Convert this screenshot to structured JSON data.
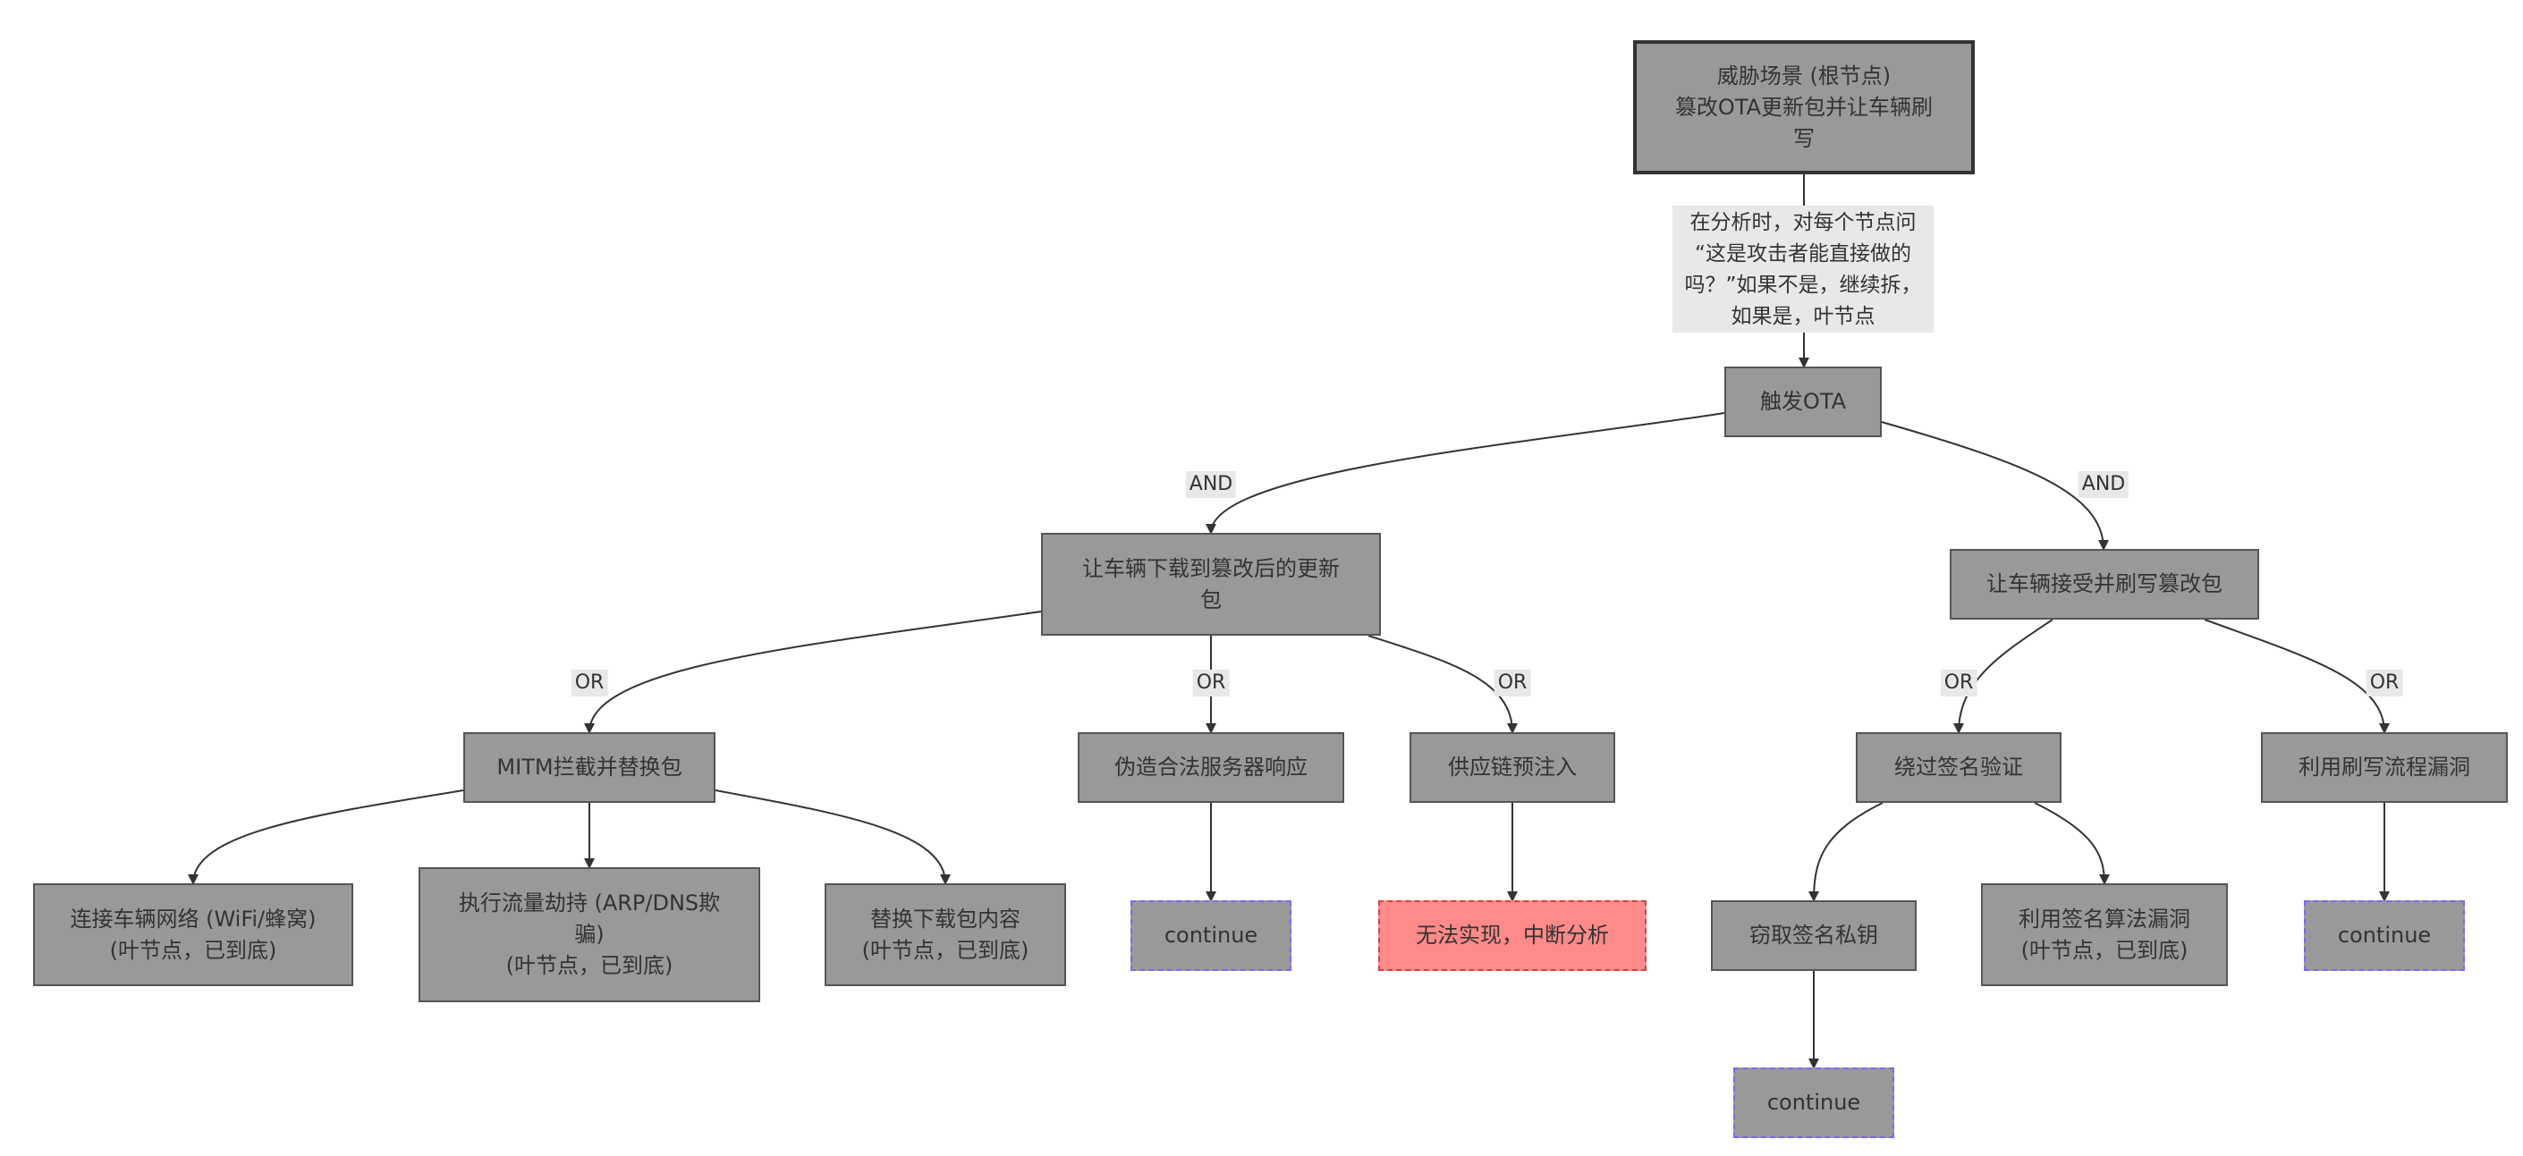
{
  "diagram": {
    "nodes": {
      "root": {
        "lines": [
          "威胁场景 (根节点)",
          "篡改OTA更新包并让车辆刷",
          "写"
        ]
      },
      "note": {
        "lines": [
          "在分析时，对每个节点问",
          "“这是攻击者能直接做的",
          "吗？”如果不是，继续拆，",
          "如果是，叶节点"
        ]
      },
      "trigger": {
        "lines": [
          "触发OTA"
        ]
      },
      "download": {
        "lines": [
          "让车辆下载到篡改后的更新",
          "包"
        ]
      },
      "accept": {
        "lines": [
          "让车辆接受并刷写篡改包"
        ]
      },
      "mitm": {
        "lines": [
          "MITM拦截并替换包"
        ]
      },
      "forge": {
        "lines": [
          "伪造合法服务器响应"
        ]
      },
      "supply": {
        "lines": [
          "供应链预注入"
        ]
      },
      "bypass": {
        "lines": [
          "绕过签名验证"
        ]
      },
      "flashvuln": {
        "lines": [
          "利用刷写流程漏洞"
        ]
      },
      "connect": {
        "lines": [
          "连接车辆网络 (WiFi/蜂窝)",
          "(叶节点，已到底)"
        ]
      },
      "hijack": {
        "lines": [
          "执行流量劫持 (ARP/DNS欺",
          "骗)",
          "(叶节点，已到底)"
        ]
      },
      "replace": {
        "lines": [
          "替换下载包内容",
          "(叶节点，已到底)"
        ]
      },
      "cont1": {
        "lines": [
          "continue"
        ]
      },
      "stop": {
        "lines": [
          "无法实现，中断分析"
        ]
      },
      "steal": {
        "lines": [
          "窃取签名私钥"
        ]
      },
      "algo": {
        "lines": [
          "利用签名算法漏洞",
          "(叶节点，已到底)"
        ]
      },
      "cont2": {
        "lines": [
          "continue"
        ]
      },
      "cont3": {
        "lines": [
          "continue"
        ]
      }
    },
    "edge_labels": {
      "and_left": "AND",
      "and_right": "AND",
      "or_mitm": "OR",
      "or_forge": "OR",
      "or_supply": "OR",
      "or_bypass": "OR",
      "or_flashvuln": "OR"
    },
    "colors": {
      "node_fill": "#999999",
      "node_border": "#555555",
      "stop_fill": "#ff8a8a",
      "continue_border": "#7b68ee",
      "edge": "#333333",
      "label_bg": "#e8e8e8"
    }
  }
}
